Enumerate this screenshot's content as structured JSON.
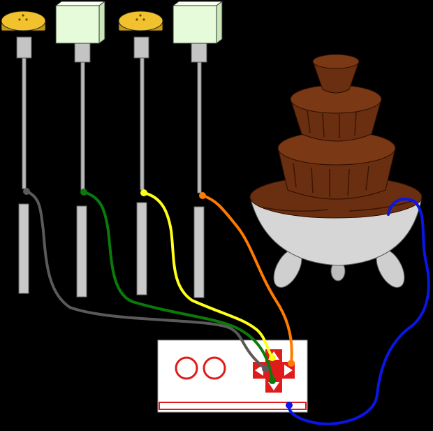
{
  "colors": {
    "background": "#000000",
    "banana": "#f2c12e",
    "marshmallow": "#e6fbd9",
    "skewer_metal": "#b9b9b9",
    "chocolate": "#6a2f10",
    "chocolate_dark": "#3a1604",
    "bowl": "#d6d6d6",
    "board": "#ffffff",
    "board_accent": "#e01b1b"
  },
  "wires": [
    {
      "name": "gray-wire",
      "color": "#5a5a5a"
    },
    {
      "name": "green-wire",
      "color": "#0a7a0a"
    },
    {
      "name": "yellow-wire",
      "color": "#ffff1a"
    },
    {
      "name": "orange-wire",
      "color": "#ff7a00"
    },
    {
      "name": "blue-wire",
      "color": "#0a16e6"
    }
  ],
  "skewers": [
    {
      "food": "banana-slice",
      "wire": "gray-wire"
    },
    {
      "food": "marshmallow",
      "wire": "green-wire"
    },
    {
      "food": "banana-slice",
      "wire": "yellow-wire"
    },
    {
      "food": "marshmallow",
      "wire": "orange-wire"
    }
  ]
}
